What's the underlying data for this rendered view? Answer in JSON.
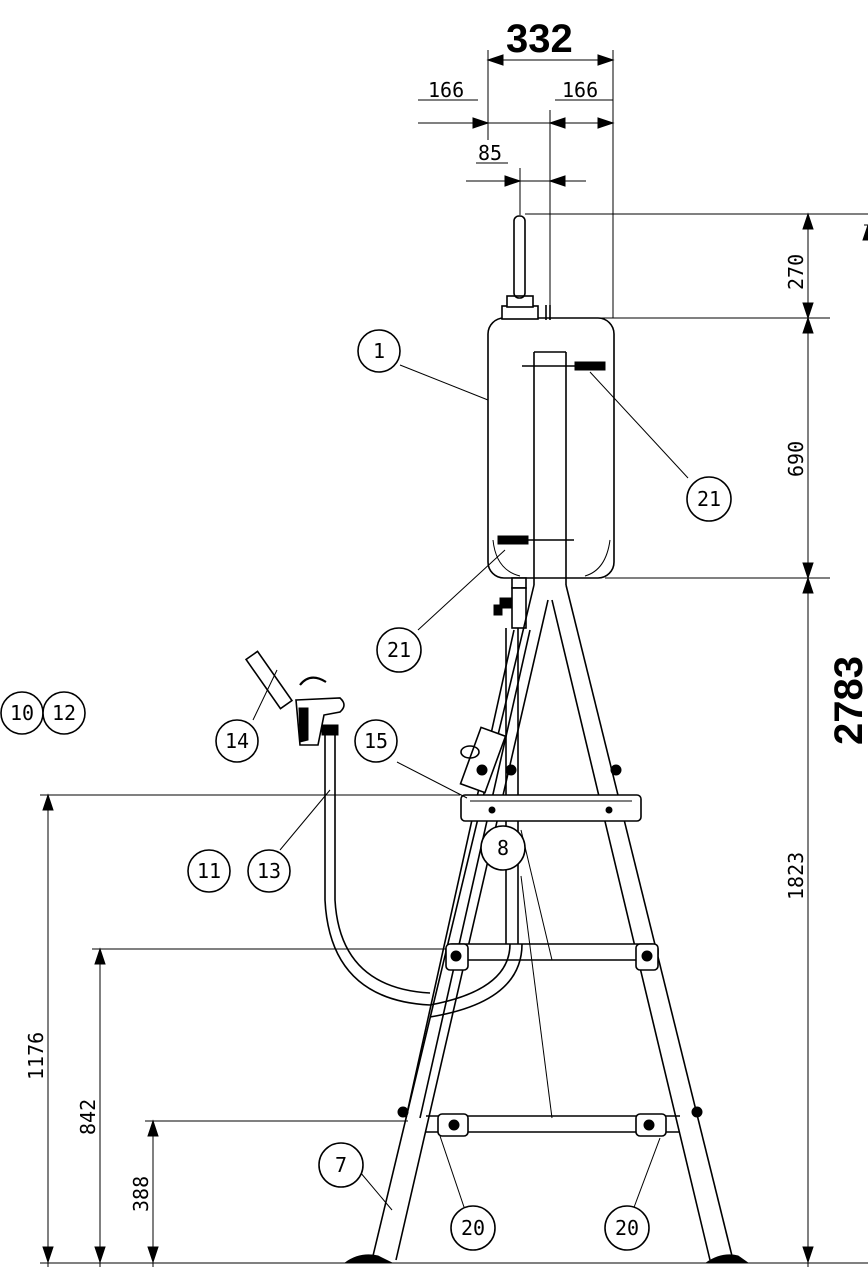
{
  "dimensions": {
    "total_width": "332",
    "half_left": "166",
    "half_right": "166",
    "offset": "85",
    "pipe_height": "270",
    "tank_height": "690",
    "total_height": "2783",
    "stand_height": "1823",
    "step_height": "1176",
    "upper_brace_height": "842",
    "lower_brace_height": "388"
  },
  "balloons": {
    "b1": "1",
    "b21_upper": "21",
    "b21_lower": "21",
    "b10": "10",
    "b12": "12",
    "b14": "14",
    "b15": "15",
    "b11": "11",
    "b13": "13",
    "b8": "8",
    "b7": "7",
    "b20_left": "20",
    "b20_right": "20"
  }
}
